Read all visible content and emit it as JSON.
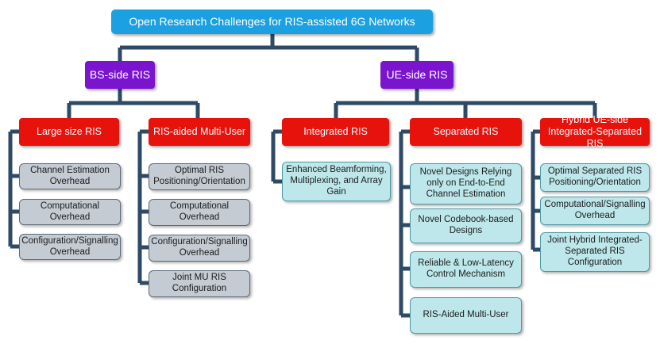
{
  "root": {
    "label": "Open Research Challenges for RIS-assisted 6G Networks"
  },
  "bs_side": {
    "label": "BS-side RIS",
    "large_size": {
      "label": "Large size RIS",
      "items": [
        "Channel Estimation Overhead",
        "Computational Overhead",
        "Configuration/Signalling Overhead"
      ]
    },
    "multi_user": {
      "label": "RIS-aided Multi-User",
      "items": [
        "Optimal RIS Positioning/Orientation",
        "Computational Overhead",
        "Configuration/Signalling Overhead",
        "Joint MU RIS Configuration"
      ]
    }
  },
  "ue_side": {
    "label": "UE-side RIS",
    "integrated": {
      "label": "Integrated RIS",
      "items": [
        "Enhanced Beamforming, Multiplexing, and Array Gain"
      ]
    },
    "separated": {
      "label": "Separated RIS",
      "items": [
        "Novel Designs Relying only on End-to-End Channel Estimation",
        "Novel Codebook-based Designs",
        "Reliable & Low-Latency Control Mechanism",
        "RIS-Aided Multi-User"
      ]
    },
    "hybrid": {
      "label": "Hybrid UE-side Integrated-Separated RIS",
      "items": [
        "Optimal Separated RIS Positioning/Orientation",
        "Computational/Signalling Overhead",
        "Joint Hybrid Integrated-Separated RIS Configuration"
      ]
    }
  },
  "colors": {
    "connector": "#2e4a66",
    "root": "#1ba1e2",
    "side": "#7b14cf",
    "category": "#e8120c",
    "leaf_gray": "#c4cbd3",
    "leaf_cyan": "#bde7ea"
  }
}
